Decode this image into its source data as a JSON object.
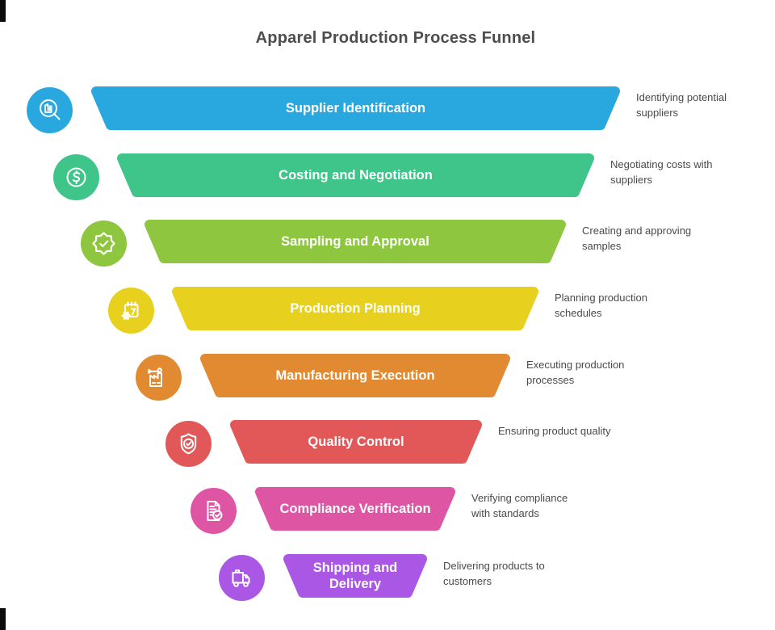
{
  "title": "Apparel Production Process Funnel",
  "palette": {
    "title_text": "#4D4D4D",
    "description_text": "#4A4A4A",
    "bar_label_text": "#FFFFFF"
  },
  "funnel": {
    "stages": [
      {
        "label": "Supplier Identification",
        "description_line1": "Identifying potential",
        "description_line2": "suppliers",
        "color": "#29A8DF",
        "icon": "magnifier-factory-icon"
      },
      {
        "label": "Costing and Negotiation",
        "description_line1": "Negotiating costs with",
        "description_line2": "suppliers",
        "color": "#3FC589",
        "icon": "dollar-coin-icon"
      },
      {
        "label": "Sampling and Approval",
        "description_line1": "Creating and approving",
        "description_line2": "samples",
        "color": "#8FC63F",
        "icon": "badge-check-icon"
      },
      {
        "label": "Production Planning",
        "description_line1": "Planning production",
        "description_line2": "schedules",
        "color": "#E7D01E",
        "icon": "calendar-gear-icon"
      },
      {
        "label": "Manufacturing Execution",
        "description_line1": "Executing production",
        "description_line2": "processes",
        "color": "#E18A31",
        "icon": "factory-arm-icon"
      },
      {
        "label": "Quality Control",
        "description_line1": "Ensuring product quality",
        "description_line2": "",
        "color": "#E25757",
        "icon": "shield-check-icon"
      },
      {
        "label": "Compliance Verification",
        "description_line1": "Verifying compliance",
        "description_line2": "with standards",
        "color": "#DE55A4",
        "icon": "document-check-icon"
      },
      {
        "label": "Shipping and Delivery",
        "description_line1": "Delivering products to",
        "description_line2": "customers",
        "color": "#AB57E5",
        "icon": "truck-icon"
      }
    ]
  }
}
